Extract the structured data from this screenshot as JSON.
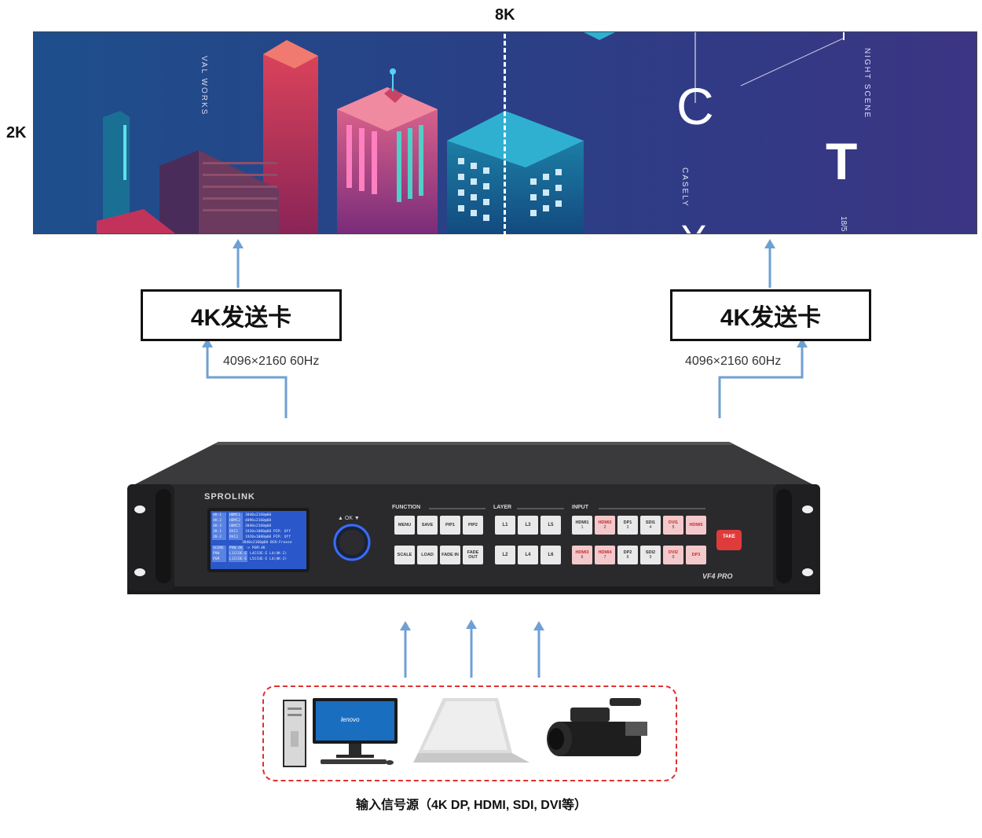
{
  "labels": {
    "top_resolution": "8K",
    "side_resolution": "2K"
  },
  "screen": {
    "texts": {
      "vertical_left": "VAL WORKS",
      "letter_c": "C",
      "letter_t": "T",
      "letter_y": "Y",
      "vertical_night": "NIGHT SCENE",
      "vertical_casely": "CASELY",
      "corner_num": "18/5"
    }
  },
  "sending_cards": {
    "left": {
      "label": "4K发送卡",
      "resolution": "4096×2160 60Hz"
    },
    "right": {
      "label": "4K发送卡",
      "resolution": "4096×2160 60Hz"
    }
  },
  "device": {
    "brand": "SPROLINK",
    "model": "VF4 PRO",
    "knob_label": "▲ OK ▼",
    "sections": {
      "function": "FUNCTION",
      "layer": "LAYER",
      "input": "INPUT"
    },
    "function_buttons": [
      "MENU",
      "SAVE",
      "PIP1",
      "PIP2",
      "SCALE",
      "LOAD",
      "FADE IN",
      "FADE OUT"
    ],
    "layer_buttons": [
      "L1",
      "L3",
      "L5",
      "L2",
      "L4",
      "L6"
    ],
    "input_buttons_top": [
      "HDMI1",
      "HDMI2",
      "DP1",
      "SDI1",
      "DVI1",
      "HDMI5"
    ],
    "input_buttons_bottom": [
      "HDMI3",
      "HDMI4",
      "DP2",
      "SDI2",
      "DVI2",
      "DP3"
    ],
    "input_numbers_top": [
      "1",
      "2",
      "3",
      "4",
      "5",
      ""
    ],
    "input_numbers_bottom": [
      "6",
      "7",
      "8",
      "9",
      "0",
      ""
    ],
    "take_label": "TAKE",
    "lcd_lines": [
      [
        "4K-1",
        "HDMI1",
        "3840x2160@60"
      ],
      [
        "4K-2",
        "HDMI2",
        "4096x2160@60"
      ],
      [
        "4K-3",
        "HDMI5",
        "3840x2160@60"
      ],
      [
        "2K-1",
        "DVI1",
        "1920x1080@60  PIP: Off"
      ],
      [
        "2K-2",
        "DVI2",
        "1920x1080@60  PIP: Off"
      ],
      [
        "",
        "",
        "3840x2160@60  BCK:Freeze"
      ],
      [
        "SCENE",
        "PVW:4K",
        "-> PGM:4K"
      ],
      [
        "",
        "",
        ""
      ],
      [
        "PVW",
        "L1CCOE-E",
        "L4CCOE-E  L4(4K-2)"
      ],
      [
        "PGM",
        "L1CCOE-E",
        "L5CCOE-E  L4(4K-2)"
      ]
    ]
  },
  "sources": {
    "caption": "输入信号源（4K DP, HDMI, SDI, DVI等）",
    "monitor_brand": "lenovo"
  },
  "colors": {
    "arrow": "#6fa0d4",
    "card_border": "#111111",
    "dashed_box": "#e03030",
    "device_body": "#2a2a2c",
    "lcd_bg": "#2a57c9",
    "take_red": "#e03b3b"
  }
}
